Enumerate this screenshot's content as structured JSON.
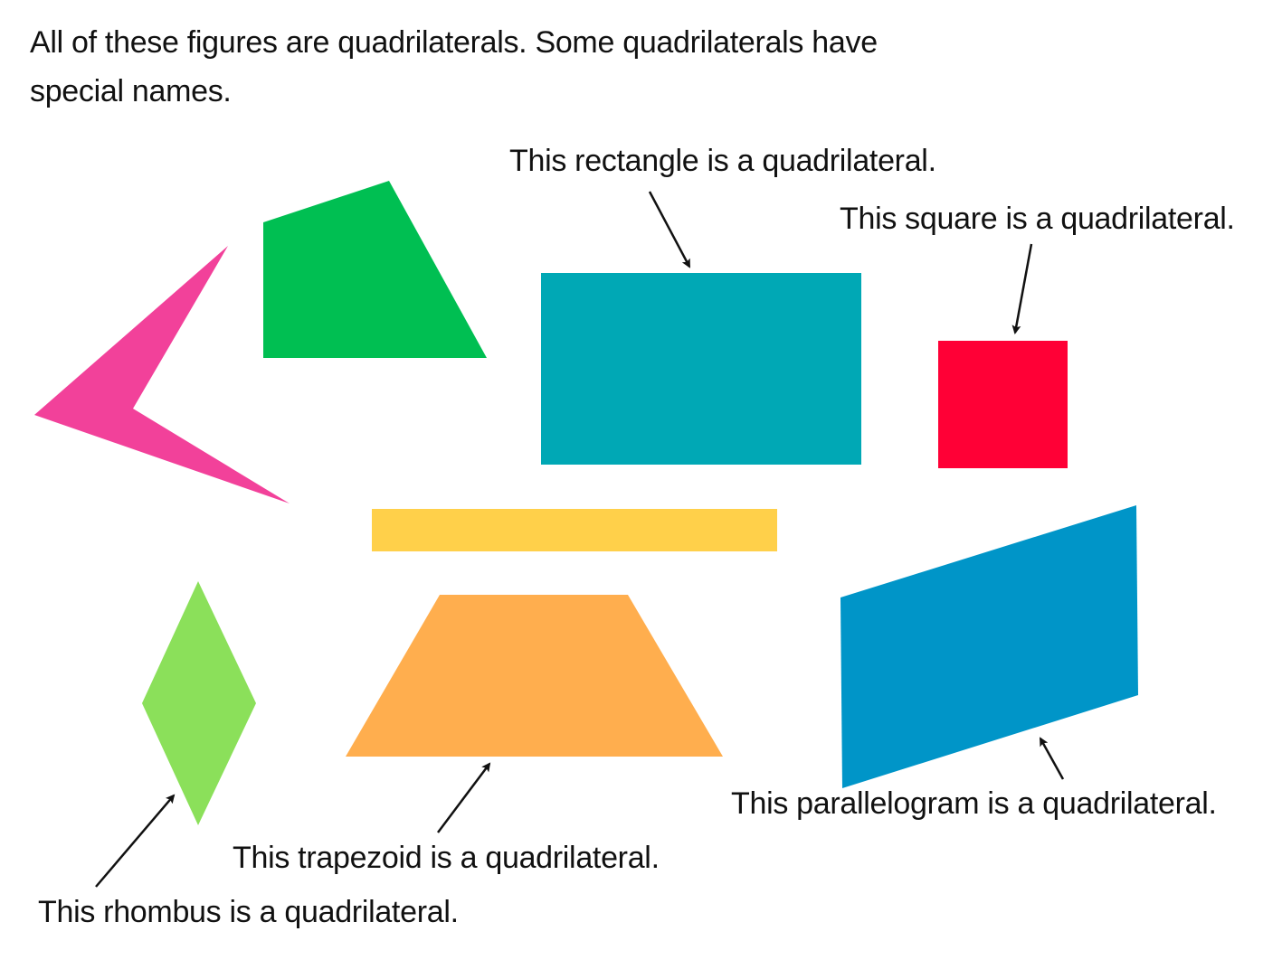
{
  "intro": {
    "line1": "All of these figures are quadrilaterals. Some quadrilaterals have",
    "line2": "special names."
  },
  "labels": {
    "rectangle": "This rectangle is a quadrilateral.",
    "square": "This square is a quadrilateral.",
    "parallelogram": "This parallelogram is a quadrilateral.",
    "trapezoid": "This trapezoid is a quadrilateral.",
    "rhombus": "This rhombus is a quadrilateral."
  },
  "colors": {
    "concave": "#F2419A",
    "green_quad": "#00BF52",
    "rectangle": "#00A8B5",
    "square": "#FF0036",
    "thin_rectangle": "#FFD04A",
    "rhombus": "#8BE05A",
    "trapezoid": "#FFAE4E",
    "parallelogram": "#0095C8"
  }
}
